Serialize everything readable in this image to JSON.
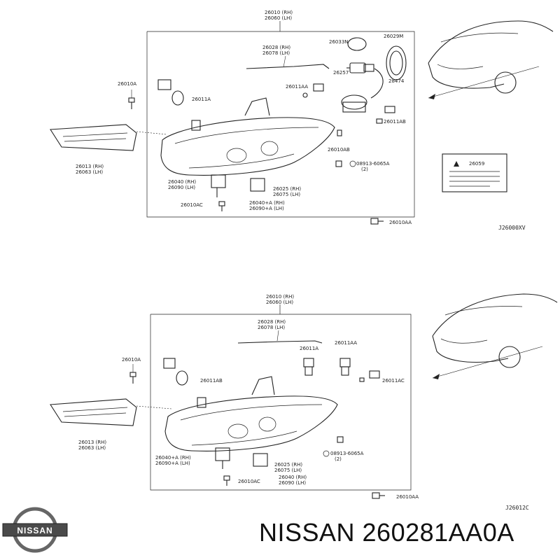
{
  "diagram_top": {
    "code": "J26000XV",
    "labels": {
      "header_rh": "26010 (RH)",
      "header_lh": "26060 (LH)",
      "r28_rh": "26028 (RH)",
      "r28_lh": "26078 (LH)",
      "r33n": "26033N",
      "r29m": "26029M",
      "r257": "26257",
      "r474": "28474",
      "r11aa": "26011AA",
      "r11ab": "26011AB",
      "r10a": "26010A",
      "r11a": "26011A",
      "r10ab": "26010AB",
      "nut_a": "08913-6065A",
      "nut_qty": "(2)",
      "r059": "26059",
      "r13_rh": "26013 (RH)",
      "r63_lh": "26063 (LH)",
      "r40_rh": "26040 (RH)",
      "r90_lh": "26090 (LH)",
      "r25_rh": "26025 (RH)",
      "r75_lh": "26075 (LH)",
      "r10ac": "26010AC",
      "r40a_rh": "26040+A (RH)",
      "r90a_lh": "26090+A (LH)",
      "r10aa": "26010AA"
    }
  },
  "diagram_bottom": {
    "code": "J26012C",
    "labels": {
      "header_rh": "26010 (RH)",
      "header_lh": "26060 (LH)",
      "r28_rh": "26028 (RH)",
      "r78_lh": "26078 (LH)",
      "r11a": "26011A",
      "r11aa": "26011AA",
      "r10a": "26010A",
      "r11ab": "26011AB",
      "r11ac": "26011AC",
      "r13_rh": "26013 (RH)",
      "r63_lh": "26063 (LH)",
      "nut_a": "08913-6065A",
      "nut_qty": "(2)",
      "r40a_rh": "26040+A (RH)",
      "r90a_lh": "26090+A (LH)",
      "r25_rh": "26025 (RH)",
      "r75_lh": "26075 (LH)",
      "r10ac": "26010AC",
      "r40_rh": "26040 (RH)",
      "r90_lh": "26090 (LH)",
      "r10aa": "26010AA"
    }
  },
  "footer": {
    "brand": "NISSAN",
    "part_number": "NISSAN 260281AA0A",
    "logo_text": "NISSAN"
  }
}
